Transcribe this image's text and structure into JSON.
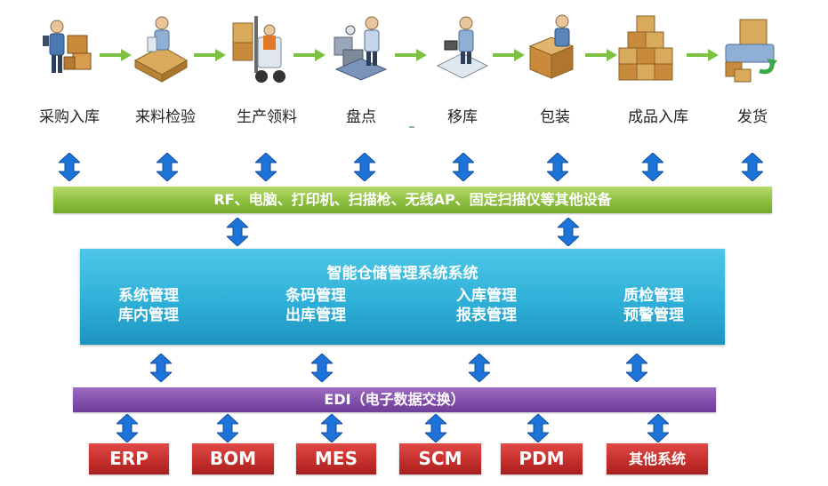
{
  "colors": {
    "green_bar": "#8dbf3f",
    "blue_box": "#2fb0d8",
    "purple_bar": "#8250ac",
    "red_box": "#c52f2c",
    "double_arrow": "#1e73d8",
    "step_arrow": "#7cc142"
  },
  "process_steps": [
    {
      "label": "采购入库",
      "icon": "person-with-boxes-icon"
    },
    {
      "label": "来料检验",
      "icon": "inspector-at-counter-icon"
    },
    {
      "label": "生产领料",
      "icon": "forklift-icon"
    },
    {
      "label": "盘点",
      "icon": "stocktaking-worker-icon"
    },
    {
      "label": "移库",
      "icon": "scanning-worker-icon"
    },
    {
      "label": "包装",
      "icon": "packing-box-icon"
    },
    {
      "label": "成品入库",
      "icon": "stacked-boxes-icon"
    },
    {
      "label": "发货",
      "icon": "delivery-truck-icon"
    }
  ],
  "device_bar": {
    "label": "RF、电脑、打印机、扫描枪、无线AP、固定扫描仪等其他设备"
  },
  "wms": {
    "title": "智能仓储管理系统系统",
    "modules": [
      "系统管理",
      "条码管理",
      "入库管理",
      "质检管理",
      "库内管理",
      "出库管理",
      "报表管理",
      "预警管理"
    ]
  },
  "edi_bar": {
    "label": "EDI（电子数据交换）"
  },
  "external_systems": [
    "ERP",
    "BOM",
    "MES",
    "SCM",
    "PDM",
    "其他系统"
  ]
}
